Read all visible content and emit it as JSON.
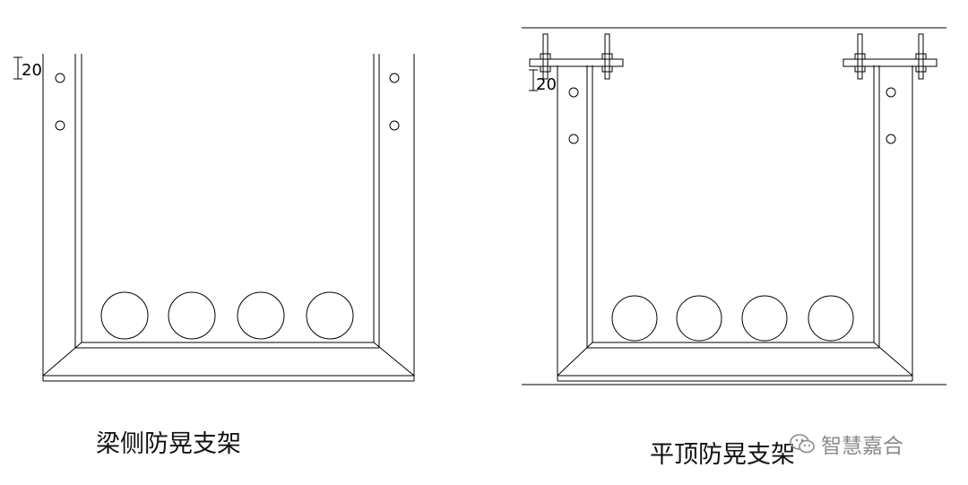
{
  "diagrams": [
    {
      "caption": "梁侧防晃支架",
      "dimension_label": "20",
      "pipe_count": 4
    },
    {
      "caption": "平顶防晃支架",
      "dimension_label": "20",
      "pipe_count": 4
    }
  ],
  "watermark": {
    "text": "智慧嘉合",
    "icon": "wechat-icon"
  },
  "colors": {
    "line": "#000000",
    "text": "#111111",
    "watermark": "#8a8a8a"
  }
}
